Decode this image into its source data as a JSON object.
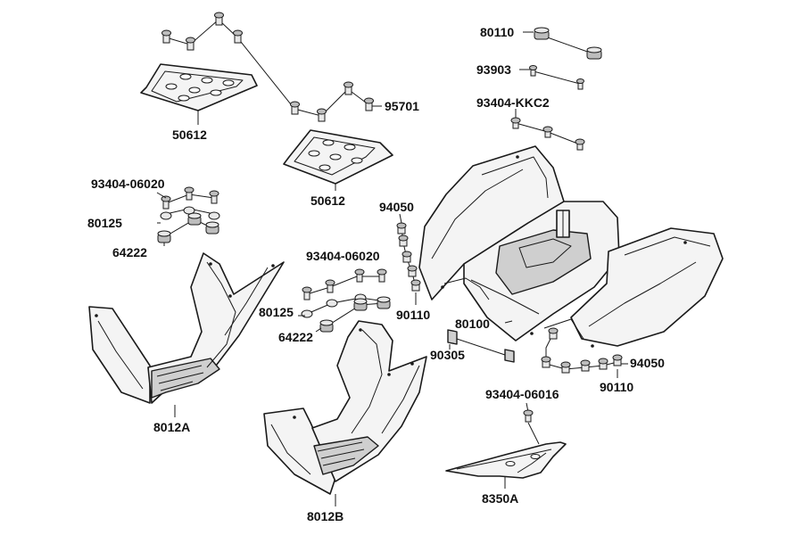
{
  "labels": {
    "l80110": "80110",
    "l93903": "93903",
    "l93404kkc2": "93404-KKC2",
    "l95701": "95701",
    "l50612a": "50612",
    "l50612b": "50612",
    "l9340406020a": "93404-06020",
    "l80125a": "80125",
    "l64222a": "64222",
    "l94050a": "94050",
    "l9340406020b": "93404-06020",
    "l80125b": "80125",
    "l64222b": "64222",
    "l90110a": "90110",
    "l80100": "80100",
    "l90305": "90305",
    "l94050b": "94050",
    "l90110b": "90110",
    "l9340406016": "93404-06016",
    "l8012a": "8012A",
    "l8012b": "8012B",
    "l8350a": "8350A"
  },
  "colors": {
    "line": "#1a1a1a",
    "fill": "#f4f4f4",
    "shade": "#cfcfcf"
  }
}
